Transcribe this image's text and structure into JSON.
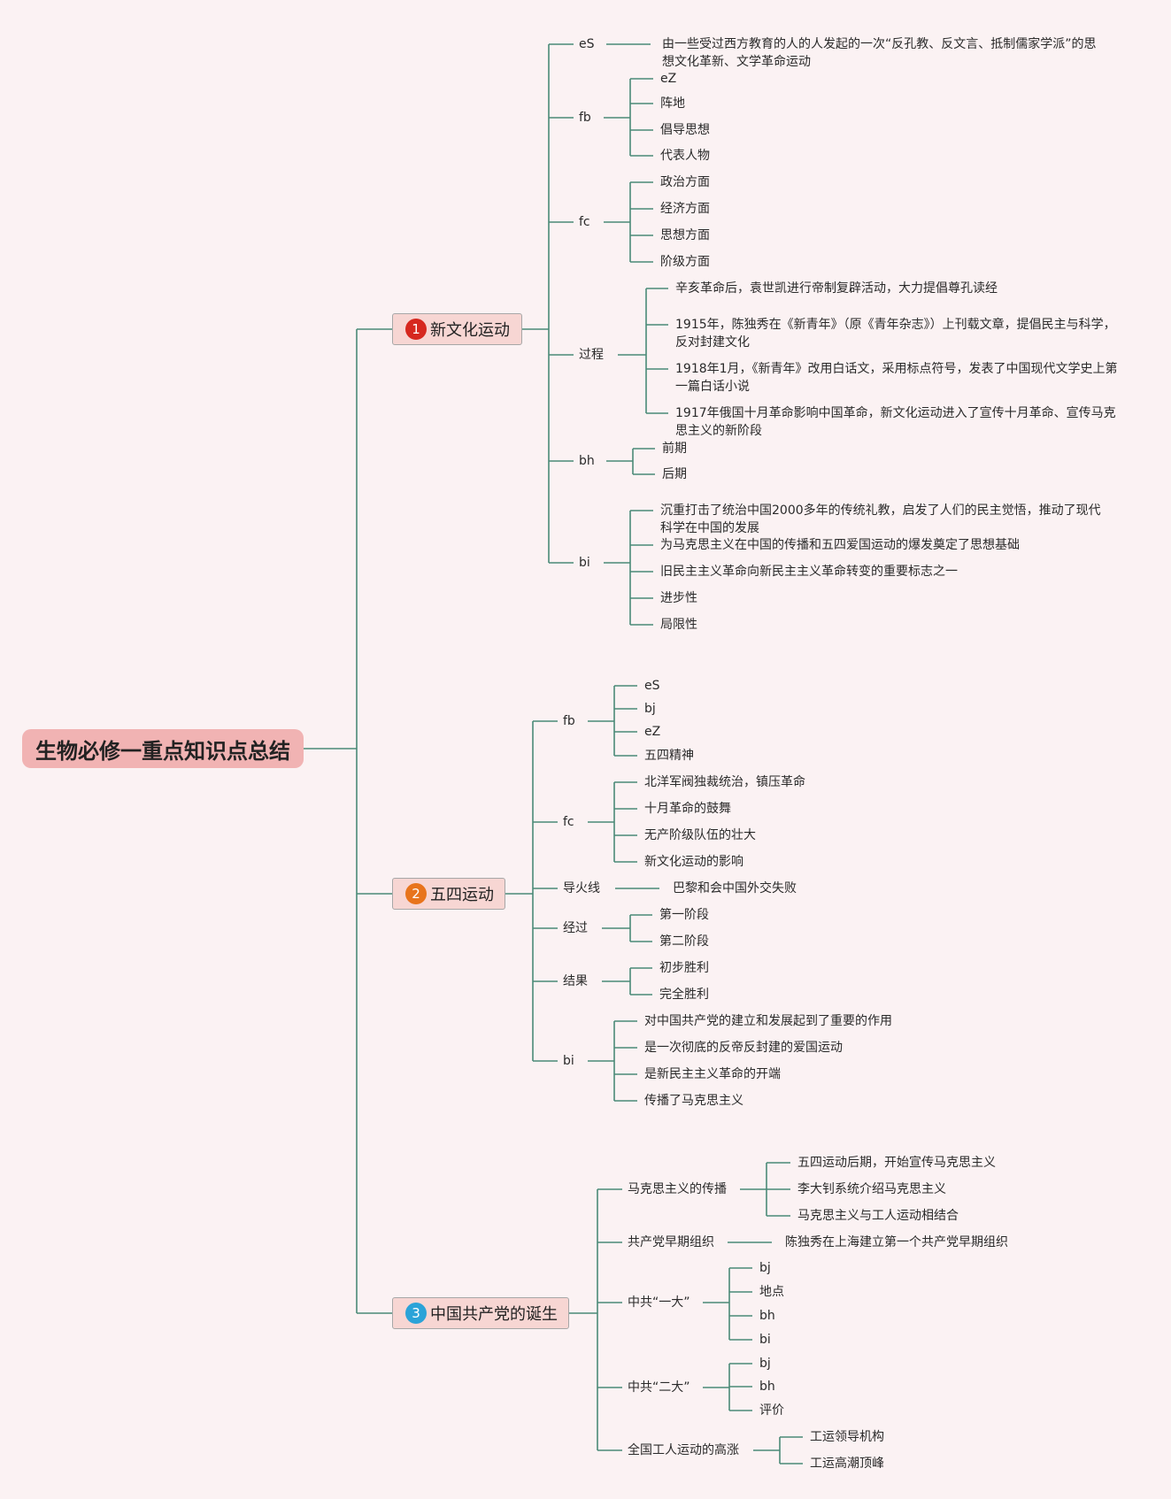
{
  "root": {
    "label": "生物必修一重点知识点总结"
  },
  "colors": {
    "line": "#4a8a78",
    "root_bg": "#f1b3b3",
    "topic_bg": "#f7d6d3",
    "badge1": "#d6281f",
    "badge2": "#e8741c",
    "badge3": "#2ba3d8"
  },
  "topics": [
    {
      "num": "1",
      "label": "新文化运动",
      "branches": [
        {
          "label": "eS",
          "children": [
            "由一些受过西方教育的人的人发起的一次“反孔教、反文言、抵制儒家学派”的思想文化革新、文学革命运动"
          ]
        },
        {
          "label": "fb",
          "children": [
            "eZ",
            "阵地",
            "倡导思想",
            "代表人物"
          ]
        },
        {
          "label": "fc",
          "children": [
            "政治方面",
            "经济方面",
            "思想方面",
            "阶级方面"
          ]
        },
        {
          "label": "过程",
          "children": [
            "辛亥革命后，袁世凯进行帝制复辟活动，大力提倡尊孔读经",
            "1915年，陈独秀在《新青年》（原《青年杂志》）上刊载文章，提倡民主与科学，反对封建文化",
            "1918年1月，《新青年》改用白话文，采用标点符号，发表了中国现代文学史上第一篇白话小说",
            "1917年俄国十月革命影响中国革命，新文化运动进入了宣传十月革命、宣传马克思主义的新阶段"
          ]
        },
        {
          "label": "bh",
          "children": [
            "前期",
            "后期"
          ]
        },
        {
          "label": "bi",
          "children": [
            "沉重打击了统治中国2000多年的传统礼教，启发了人们的民主觉悟，推动了现代科学在中国的发展",
            "为马克思主义在中国的传播和五四爱国运动的爆发奠定了思想基础",
            "旧民主主义革命向新民主主义革命转变的重要标志之一",
            "进步性",
            "局限性"
          ]
        }
      ]
    },
    {
      "num": "2",
      "label": "五四运动",
      "branches": [
        {
          "label": "fb",
          "children": [
            "eS",
            "bj",
            "eZ",
            "五四精神"
          ]
        },
        {
          "label": "fc",
          "children": [
            "北洋军阀独裁统治，镇压革命",
            "十月革命的鼓舞",
            "无产阶级队伍的壮大",
            "新文化运动的影响"
          ]
        },
        {
          "label": "导火线",
          "children": [
            "巴黎和会中国外交失败"
          ]
        },
        {
          "label": "经过",
          "children": [
            "第一阶段",
            "第二阶段"
          ]
        },
        {
          "label": "结果",
          "children": [
            "初步胜利",
            "完全胜利"
          ]
        },
        {
          "label": "bi",
          "children": [
            "对中国共产党的建立和发展起到了重要的作用",
            "是一次彻底的反帝反封建的爱国运动",
            "是新民主主义革命的开端",
            "传播了马克思主义"
          ]
        }
      ]
    },
    {
      "num": "3",
      "label": "中国共产党的诞生",
      "branches": [
        {
          "label": "马克思主义的传播",
          "children": [
            "五四运动后期，开始宣传马克思主义",
            "李大钊系统介绍马克思主义",
            "马克思主义与工人运动相结合"
          ]
        },
        {
          "label": "共产党早期组织",
          "children": [
            "陈独秀在上海建立第一个共产党早期组织"
          ]
        },
        {
          "label": "中共“一大”",
          "children": [
            "bj",
            "地点",
            "bh",
            "bi"
          ]
        },
        {
          "label": "中共“二大”",
          "children": [
            "bj",
            "bh",
            "评价"
          ]
        },
        {
          "label": "全国工人运动的高涨",
          "children": [
            "工运领导机构",
            "工运高潮顶峰"
          ]
        }
      ]
    }
  ]
}
